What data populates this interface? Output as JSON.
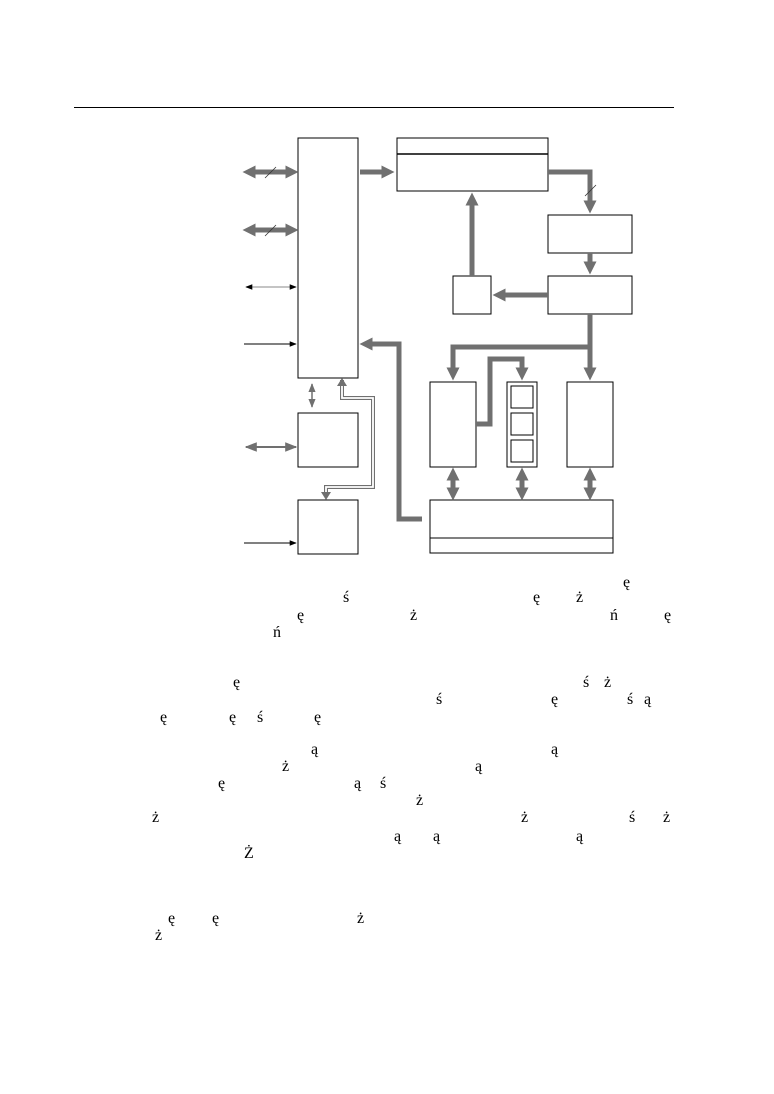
{
  "diagram": {
    "colors": {
      "bus": "#707070",
      "line": "#000000",
      "thin_arrow": "#555555"
    }
  },
  "text_fragments": [
    "ę",
    "ś",
    "ę",
    "ż",
    "ę",
    "ż",
    "ń",
    "ę",
    "ń",
    "ę",
    "ś",
    "ż",
    "ś",
    "ę",
    "ś",
    "ą",
    "ę",
    "ę",
    "ś",
    "ę",
    "ą",
    "ą",
    "ż",
    "ą",
    "ę",
    "ą",
    "ś",
    "ż",
    "ż",
    "ż",
    "ś",
    "ż",
    "ą",
    "ą",
    "ą",
    "Ż",
    "ę",
    "ę",
    "ż",
    "ż"
  ]
}
